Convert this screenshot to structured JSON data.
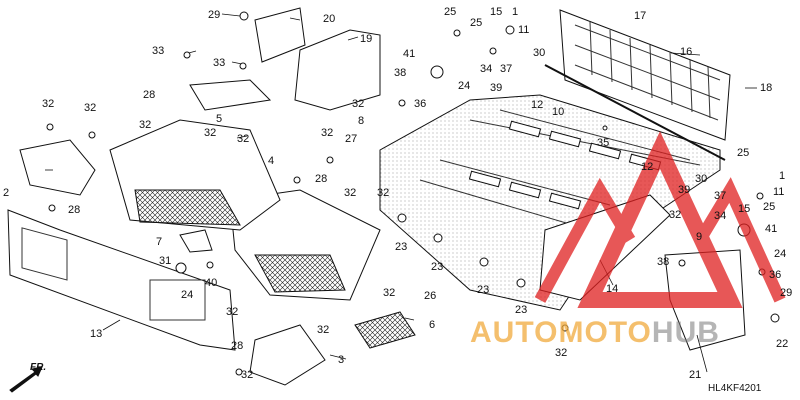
{
  "diagram": {
    "code": "HL4KF4201",
    "direction": "FR."
  },
  "watermark": {
    "part1": "AUTOMOTO",
    "part2": "HUB",
    "color1": "#f0aa3c",
    "color2": "#787878",
    "triangle_color": "#e02020"
  },
  "callouts": [
    {
      "id": "c29a",
      "text": "29"
    },
    {
      "id": "c20",
      "text": "20"
    },
    {
      "id": "c33a",
      "text": "33"
    },
    {
      "id": "c33b",
      "text": "33"
    },
    {
      "id": "c19",
      "text": "19"
    },
    {
      "id": "c25a",
      "text": "25"
    },
    {
      "id": "c15a",
      "text": "15"
    },
    {
      "id": "c25b",
      "text": "25"
    },
    {
      "id": "c1a",
      "text": "1"
    },
    {
      "id": "c11a",
      "text": "11"
    },
    {
      "id": "c41a",
      "text": "41"
    },
    {
      "id": "c30a",
      "text": "30"
    },
    {
      "id": "c34a",
      "text": "34"
    },
    {
      "id": "c37a",
      "text": "37"
    },
    {
      "id": "c17",
      "text": "17"
    },
    {
      "id": "c16",
      "text": "16"
    },
    {
      "id": "c18",
      "text": "18"
    },
    {
      "id": "c28a",
      "text": "28"
    },
    {
      "id": "c38a",
      "text": "38"
    },
    {
      "id": "c24a",
      "text": "24"
    },
    {
      "id": "c39a",
      "text": "39"
    },
    {
      "id": "c12a",
      "text": "12"
    },
    {
      "id": "c10",
      "text": "10"
    },
    {
      "id": "c32a",
      "text": "32"
    },
    {
      "id": "c32b",
      "text": "32"
    },
    {
      "id": "c36a",
      "text": "36"
    },
    {
      "id": "c32c",
      "text": "32"
    },
    {
      "id": "c5",
      "text": "5"
    },
    {
      "id": "c8",
      "text": "8"
    },
    {
      "id": "c32d",
      "text": "32"
    },
    {
      "id": "c32e",
      "text": "32"
    },
    {
      "id": "c35",
      "text": "35"
    },
    {
      "id": "c32f",
      "text": "32"
    },
    {
      "id": "c27",
      "text": "27"
    },
    {
      "id": "c32g",
      "text": "32"
    },
    {
      "id": "c4",
      "text": "4"
    },
    {
      "id": "c28b",
      "text": "28"
    },
    {
      "id": "c2",
      "text": "2"
    },
    {
      "id": "c32h",
      "text": "32"
    },
    {
      "id": "c28c",
      "text": "28"
    },
    {
      "id": "c32i",
      "text": "32"
    },
    {
      "id": "c25c",
      "text": "25"
    },
    {
      "id": "c1b",
      "text": "1"
    },
    {
      "id": "c12b",
      "text": "12"
    },
    {
      "id": "c39b",
      "text": "39"
    },
    {
      "id": "c30b",
      "text": "30"
    },
    {
      "id": "c11b",
      "text": "11"
    },
    {
      "id": "c37b",
      "text": "37"
    },
    {
      "id": "c15b",
      "text": "15"
    },
    {
      "id": "c25d",
      "text": "25"
    },
    {
      "id": "c34b",
      "text": "34"
    },
    {
      "id": "c32j",
      "text": "32"
    },
    {
      "id": "c41b",
      "text": "41"
    },
    {
      "id": "c9",
      "text": "9"
    },
    {
      "id": "c7",
      "text": "7"
    },
    {
      "id": "c23a",
      "text": "23"
    },
    {
      "id": "c23b",
      "text": "23"
    },
    {
      "id": "c23c",
      "text": "23"
    },
    {
      "id": "c38b",
      "text": "38"
    },
    {
      "id": "c24b",
      "text": "24"
    },
    {
      "id": "c31",
      "text": "31"
    },
    {
      "id": "c24c",
      "text": "24"
    },
    {
      "id": "c40",
      "text": "40"
    },
    {
      "id": "c36b",
      "text": "36"
    },
    {
      "id": "c13",
      "text": "13"
    },
    {
      "id": "c14",
      "text": "14"
    },
    {
      "id": "c23d",
      "text": "23"
    },
    {
      "id": "c32k",
      "text": "32"
    },
    {
      "id": "c26",
      "text": "26"
    },
    {
      "id": "c32l",
      "text": "32"
    },
    {
      "id": "c6",
      "text": "6"
    },
    {
      "id": "c32m",
      "text": "32"
    },
    {
      "id": "c29b",
      "text": "29"
    },
    {
      "id": "c32n",
      "text": "32"
    },
    {
      "id": "c22",
      "text": "22"
    },
    {
      "id": "c28d",
      "text": "28"
    },
    {
      "id": "c3",
      "text": "3"
    },
    {
      "id": "c32o",
      "text": "32"
    },
    {
      "id": "c21",
      "text": "21"
    }
  ]
}
